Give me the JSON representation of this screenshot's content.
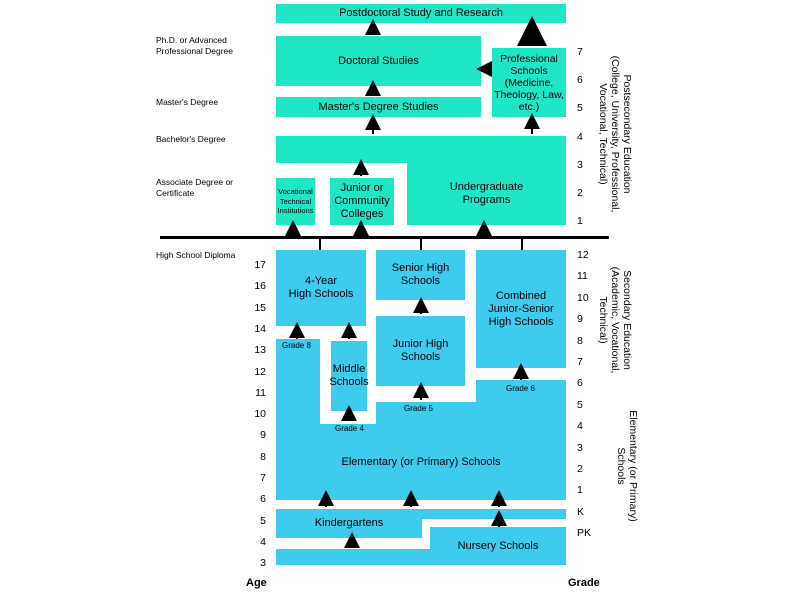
{
  "diagram": {
    "boxes": {
      "postdoctoral": "Postdoctoral Study and Research",
      "doctoral": "Doctoral Studies",
      "professional": "Professional\nSchools\n(Medicine,\nTheology, Law,\netc.)",
      "masters": "Master's Degree Studies",
      "vocational": "Vocational\nTechnical\nInstitutions",
      "junior_college": "Junior or\nCommunity\nColleges",
      "undergraduate": "Undergraduate\nPrograms",
      "four_year_hs": "4-Year\nHigh Schools",
      "senior_hs": "Senior High\nSchools",
      "combined_hs": "Combined\nJunior-Senior\nHigh Schools",
      "junior_hs": "Junior High\nSchools",
      "middle": "Middle\nSchools",
      "elementary": "Elementary (or Primary) Schools",
      "kindergartens": "Kindergartens",
      "nursery": "Nursery Schools"
    },
    "captions": {
      "grade8": "Grade 8",
      "grade4": "Grade 4",
      "grade5": "Grade 5",
      "grade6": "Grade 6"
    },
    "degree_labels": {
      "phd": "Ph.D. or Advanced\nProfessional Degree",
      "masters": "Master's Degree",
      "bachelors": "Bachelor's Degree",
      "associate": "Associate Degree or\nCertificate",
      "hs_diploma": "High School Diploma"
    },
    "side_labels": {
      "postsecondary": "Postsecondary Education\n(College, University, Professional,\nVocational, Technical)",
      "secondary": "Secondary Education\n(Academic, Vocational,\nTechnical)",
      "elementary": "Elementary (or Primary)\nSchools"
    },
    "post_years": [
      "7",
      "6",
      "5",
      "4",
      "3",
      "2",
      "1"
    ],
    "ages": [
      "17",
      "16",
      "15",
      "14",
      "13",
      "12",
      "11",
      "10",
      "9",
      "8",
      "7",
      "6",
      "5",
      "4",
      "3"
    ],
    "grades": [
      "12",
      "11",
      "10",
      "9",
      "8",
      "7",
      "6",
      "5",
      "4",
      "3",
      "2",
      "1",
      "K",
      "PK"
    ],
    "axis": {
      "age_title": "Age",
      "grade_title": "Grade"
    },
    "colors": {
      "postsecondary": "#1fe6c6",
      "secondary": "#3dcbee"
    }
  }
}
